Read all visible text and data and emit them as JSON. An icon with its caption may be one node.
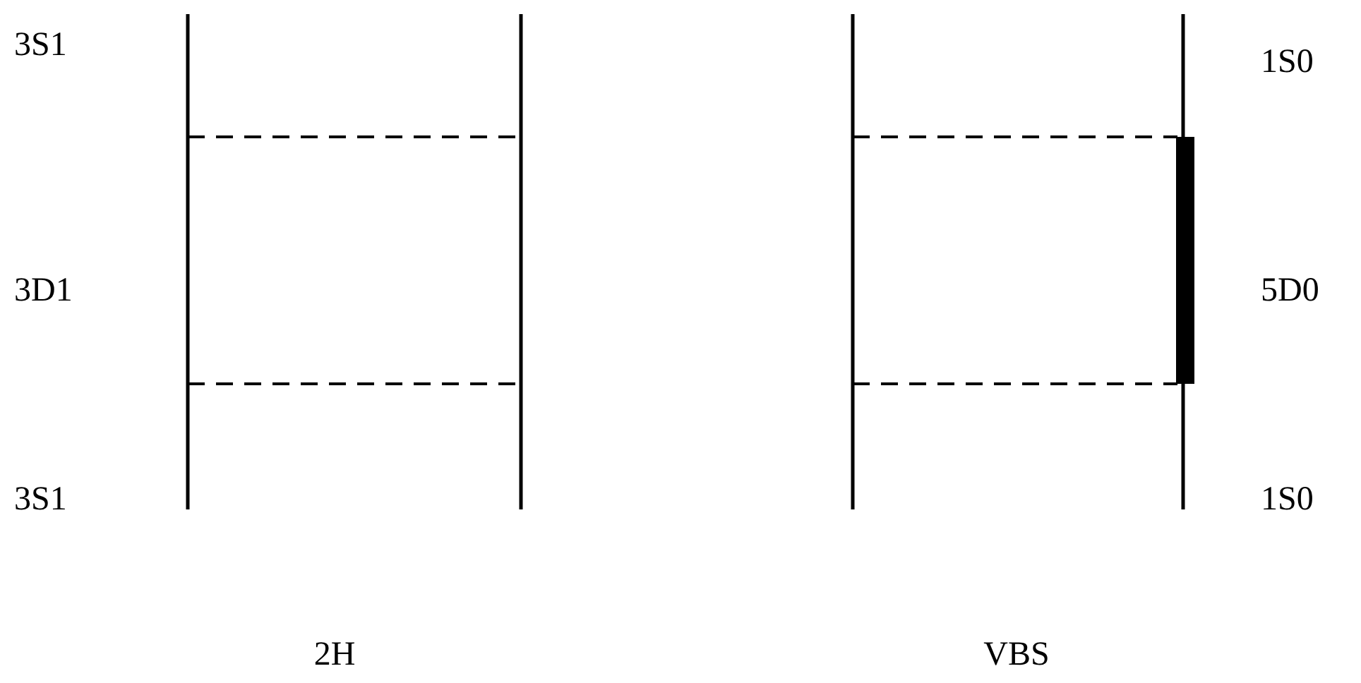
{
  "diagram": {
    "labels": [
      "3S1",
      "1S0",
      "3D1",
      "5D0",
      "3S1",
      "1S0",
      "2H",
      "VBS"
    ]
  }
}
